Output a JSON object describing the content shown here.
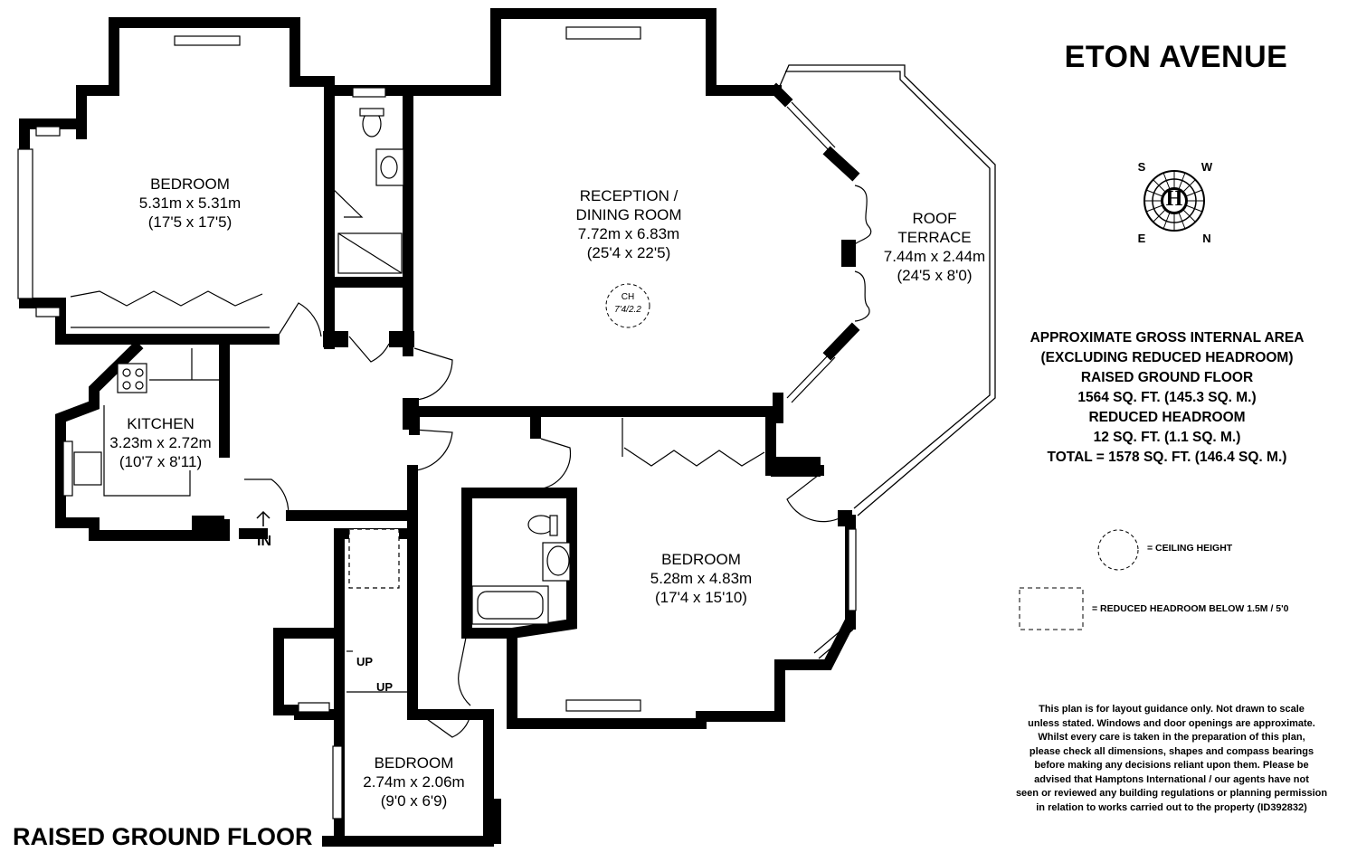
{
  "title": "ETON AVENUE",
  "floor_label": "RAISED GROUND FLOOR",
  "rooms": [
    {
      "name": "BEDROOM",
      "metric": "5.31m x 5.31m",
      "imperial": "(17'5 x 17'5)"
    },
    {
      "name_line1": "RECEPTION /",
      "name_line2": "DINING ROOM",
      "metric": "7.72m x 6.83m",
      "imperial": "(25'4 x 22'5)"
    },
    {
      "name_line1": "ROOF",
      "name_line2": "TERRACE",
      "metric": "7.44m x 2.44m",
      "imperial": "(24'5 x 8'0)"
    },
    {
      "name": "KITCHEN",
      "metric": "3.23m x 2.72m",
      "imperial": "(10'7 x 8'11)"
    },
    {
      "name": "BEDROOM",
      "metric": "5.28m x 4.83m",
      "imperial": "(17'4 x 15'10)"
    },
    {
      "name": "BEDROOM",
      "metric": "2.74m x 2.06m",
      "imperial": "(9'0 x 6'9)"
    }
  ],
  "ceiling_marker": {
    "label": "CH",
    "value": "7'4/2.2"
  },
  "entrance_label": "IN",
  "stair_labels": [
    "UP",
    "UP"
  ],
  "compass": {
    "letters": [
      "S",
      "W",
      "E",
      "N"
    ],
    "center": "H"
  },
  "area_summary": [
    "APPROXIMATE GROSS INTERNAL AREA",
    "(EXCLUDING REDUCED HEADROOM)",
    "RAISED GROUND FLOOR",
    "1564 SQ. FT. (145.3 SQ. M.)",
    "REDUCED HEADROOM",
    "12 SQ. FT. (1.1 SQ. M.)",
    "TOTAL =  1578 SQ. FT. (146.4 SQ. M.)"
  ],
  "legend": {
    "ceiling_height": "= CEILING HEIGHT",
    "reduced_headroom": "= REDUCED HEADROOM BELOW 1.5M / 5'0"
  },
  "disclaimer": [
    "This plan is for layout guidance only. Not drawn to scale",
    "unless stated. Windows and door openings are approximate.",
    "Whilst every care is taken in the preparation of this plan,",
    "please check all dimensions, shapes and compass bearings",
    "before making any decisions reliant upon them. Please be",
    "advised that Hamptons International / our agents have not",
    "seen or reviewed any building regulations or planning permission",
    "in relation to works carried out to the property (ID392832)"
  ]
}
